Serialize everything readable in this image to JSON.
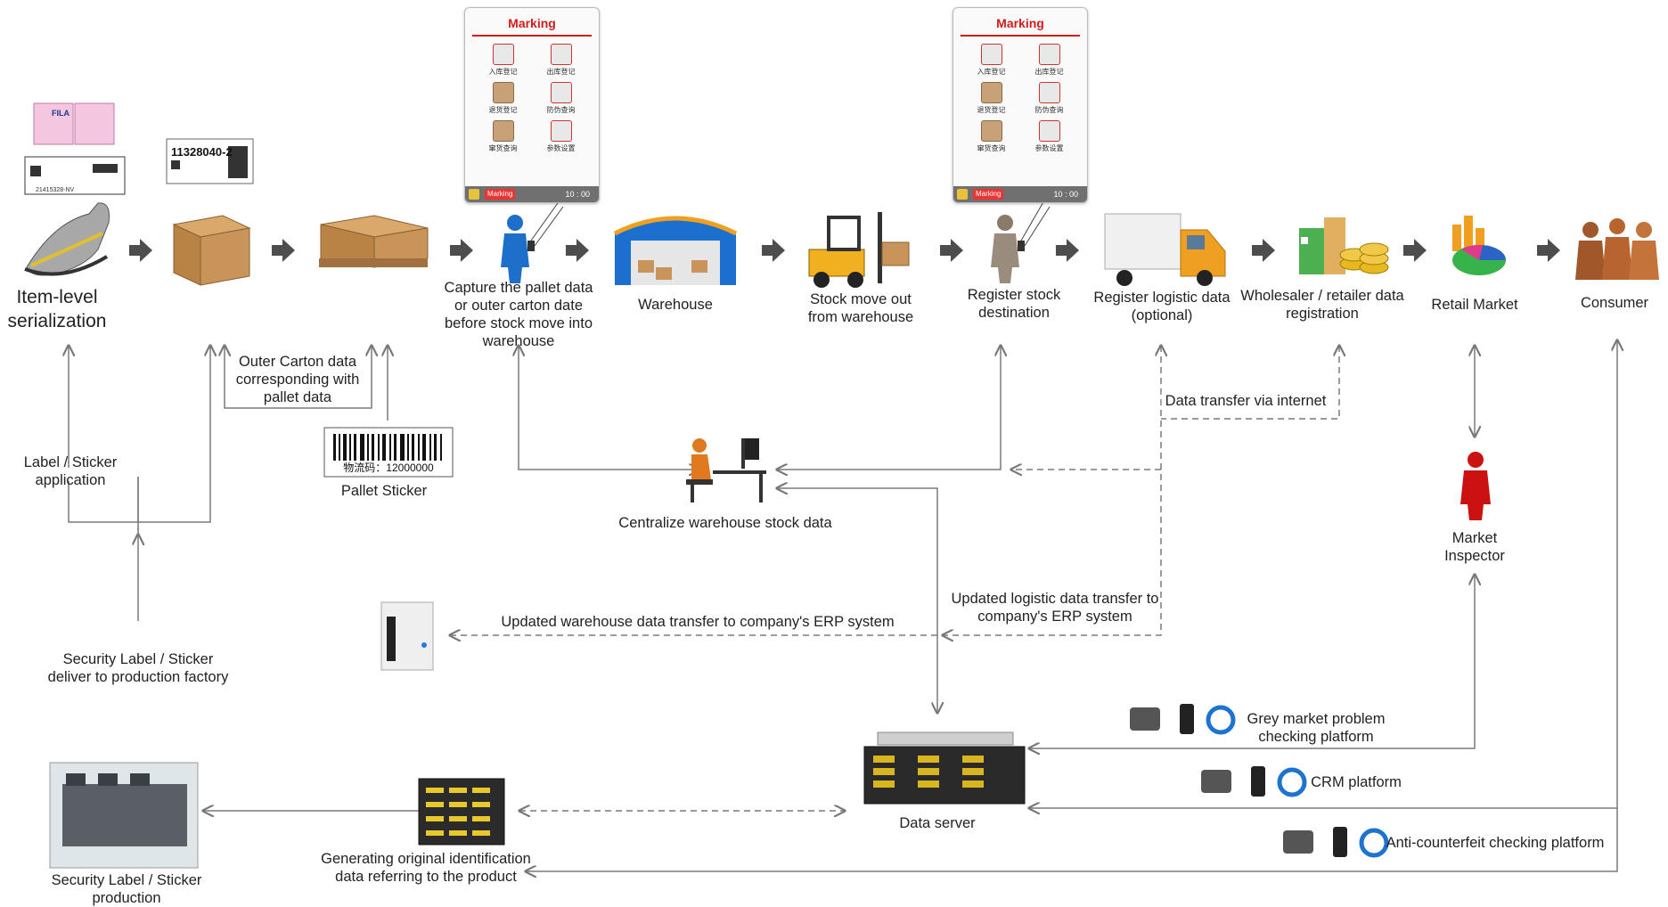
{
  "labels": {
    "item_serialization": [
      "Item-level",
      "serialization"
    ],
    "capture_pallet": [
      "Capture the pallet data",
      "or outer carton date",
      "before stock move into",
      "warehouse"
    ],
    "warehouse": [
      "Warehouse"
    ],
    "stock_move_out": [
      "Stock move out",
      "from warehouse"
    ],
    "register_destination": [
      "Register stock",
      "destination"
    ],
    "register_logistic": [
      "Register logistic data",
      "(optional)"
    ],
    "wholesaler": [
      "Wholesaler / retailer data",
      "registration"
    ],
    "retail_market": [
      "Retail Market"
    ],
    "consumer": [
      "Consumer"
    ],
    "outer_carton": [
      "Outer Carton data",
      "corresponding with",
      "pallet data"
    ],
    "pallet_sticker": [
      "Pallet Sticker"
    ],
    "label_application": [
      "Label / Sticker",
      "application"
    ],
    "data_transfer_internet": [
      "Data transfer via internet"
    ],
    "centralize": [
      "Centralize warehouse stock data"
    ],
    "market_inspector": [
      "Market",
      "Inspector"
    ],
    "updated_logistic": [
      "Updated logistic data transfer to",
      "company's ERP system"
    ],
    "updated_warehouse": [
      "Updated warehouse data transfer to company's ERP system"
    ],
    "security_deliver": [
      "Security Label / Sticker",
      "deliver to production factory"
    ],
    "grey_market": [
      "Grey market problem",
      "checking platform"
    ],
    "crm": [
      "CRM platform"
    ],
    "data_server": [
      "Data server"
    ],
    "anti_counterfeit": [
      "Anti-counterfeit checking platform"
    ],
    "generating": [
      "Generating original identification",
      "data referring to the product"
    ],
    "security_production": [
      "Security Label / Sticker",
      "production"
    ]
  },
  "device": {
    "brand": "Marking",
    "time": "10 : 00",
    "menu": [
      "入库登记",
      "出库登记",
      "退货登记",
      "防伪查询",
      "窜货查询",
      "参数设置"
    ]
  },
  "stickers": {
    "carton_code": "11328040-2",
    "pallet_barcode_text": "物流码：12000000",
    "shoe_tag_brand": "FILA",
    "shoe_tag_code": "21415328-NV"
  },
  "colors": {
    "arrow": "#4d4d4d",
    "line": "#7a7a7a",
    "accent_red": "#d21c1c",
    "person_blue": "#1e6fc9",
    "inspector_red": "#cc1111"
  }
}
